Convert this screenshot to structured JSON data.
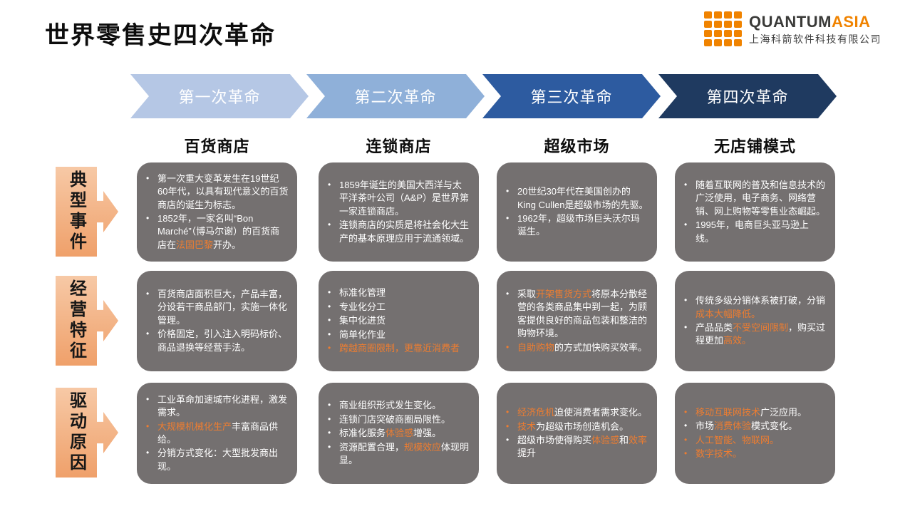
{
  "title": "世界零售史四次革命",
  "logo": {
    "brand_primary": "QUANTUM",
    "brand_secondary": "ASIA",
    "company": "上海科箭软件科技有限公司",
    "accent": "#f08300"
  },
  "stages": [
    {
      "label": "第一次革命",
      "color": "#b5c7e5"
    },
    {
      "label": "第二次革命",
      "color": "#8fb0d9"
    },
    {
      "label": "第三次革命",
      "color": "#2d5ba0"
    },
    {
      "label": "第四次革命",
      "color": "#1f3a60"
    }
  ],
  "columns": [
    "百货商店",
    "连锁商店",
    "超级市场",
    "无店铺模式"
  ],
  "rows": [
    "典型事件",
    "经营特征",
    "驱动原因"
  ],
  "colors": {
    "cell_bg": "#747070",
    "highlight": "#ed7d31",
    "row_label_from": "#f7c9a6",
    "row_label_to": "#efa06a"
  },
  "cells": [
    [
      {
        "bullets": [
          {
            "segments": [
              {
                "text": "第一次重大变革发生在19世纪60年代，以具有现代意义的百货商店的诞生为标志。",
                "hl": false
              }
            ]
          },
          {
            "segments": [
              {
                "text": "1852年，一家名叫“Bon Marché”（博马尔谢）的百货商店在",
                "hl": false
              },
              {
                "text": "法国巴黎",
                "hl": true
              },
              {
                "text": "开办。",
                "hl": false
              }
            ]
          }
        ]
      },
      {
        "bullets": [
          {
            "segments": [
              {
                "text": "1859年诞生的美国大西洋与太平洋茶叶公司（A&P）是世界第一家连锁商店。",
                "hl": false
              }
            ]
          },
          {
            "segments": [
              {
                "text": "连锁商店的实质是将社会化大生产的基本原理应用于流通领域。",
                "hl": false
              }
            ]
          }
        ]
      },
      {
        "bullets": [
          {
            "segments": [
              {
                "text": "20世纪30年代在美国创办的King Cullen是超级市场的先驱。",
                "hl": false
              }
            ]
          },
          {
            "segments": [
              {
                "text": "1962年，超级市场巨头沃尔玛诞生。",
                "hl": false
              }
            ]
          }
        ]
      },
      {
        "bullets": [
          {
            "segments": [
              {
                "text": "随着互联网的普及和信息技术的广泛使用，电子商务、网络营销、网上购物等零售业态崛起。",
                "hl": false
              }
            ]
          },
          {
            "segments": [
              {
                "text": "1995年，电商巨头亚马逊上线。",
                "hl": false
              }
            ]
          }
        ]
      }
    ],
    [
      {
        "bullets": [
          {
            "segments": [
              {
                "text": "百货商店面积巨大，产品丰富，分设若干商品部门，实施一体化管理。",
                "hl": false
              }
            ]
          },
          {
            "segments": [
              {
                "text": "价格固定，引入注入明码标价、商品退换等经营手法。",
                "hl": false
              }
            ]
          }
        ]
      },
      {
        "bullets": [
          {
            "segments": [
              {
                "text": "标准化管理",
                "hl": false
              }
            ]
          },
          {
            "segments": [
              {
                "text": "专业化分工",
                "hl": false
              }
            ]
          },
          {
            "segments": [
              {
                "text": "集中化进货",
                "hl": false
              }
            ]
          },
          {
            "segments": [
              {
                "text": "简单化作业",
                "hl": false
              }
            ]
          },
          {
            "segments": [
              {
                "text": "跨越商圈限制，更靠近消费者",
                "hl": true
              }
            ]
          }
        ]
      },
      {
        "bullets": [
          {
            "segments": [
              {
                "text": "采取",
                "hl": false
              },
              {
                "text": "开架售货方式",
                "hl": true
              },
              {
                "text": "将原本分散经营的各类商品集中到一起，为顾客提供良好的商品包装和整洁的购物环境。",
                "hl": false
              }
            ]
          },
          {
            "segments": [
              {
                "text": "自助购物",
                "hl": true
              },
              {
                "text": "的方式加快购买效率。",
                "hl": false
              }
            ]
          }
        ]
      },
      {
        "bullets": [
          {
            "segments": [
              {
                "text": "传统多级分销体系被打破，分销",
                "hl": false
              },
              {
                "text": "成本大幅降低。",
                "hl": true
              }
            ]
          },
          {
            "segments": [
              {
                "text": "产品品类",
                "hl": false
              },
              {
                "text": "不受空间限制",
                "hl": true
              },
              {
                "text": "，购买过程更加",
                "hl": false
              },
              {
                "text": "高效。",
                "hl": true
              }
            ]
          }
        ]
      }
    ],
    [
      {
        "bullets": [
          {
            "segments": [
              {
                "text": "工业革命加速城市化进程，激发需求。",
                "hl": false
              }
            ]
          },
          {
            "segments": [
              {
                "text": "大规模机械化生产",
                "hl": true
              },
              {
                "text": "丰富商品供给。",
                "hl": false
              }
            ]
          },
          {
            "segments": [
              {
                "text": "分销方式变化：大型批发商出现。",
                "hl": false
              }
            ]
          }
        ]
      },
      {
        "bullets": [
          {
            "segments": [
              {
                "text": "商业组织形式发生变化。",
                "hl": false
              }
            ]
          },
          {
            "segments": [
              {
                "text": "连锁门店突破商圈局限性。",
                "hl": false
              }
            ]
          },
          {
            "segments": [
              {
                "text": "标准化服务",
                "hl": false
              },
              {
                "text": "体验感",
                "hl": true
              },
              {
                "text": "增强。",
                "hl": false
              }
            ]
          },
          {
            "segments": [
              {
                "text": "资源配置合理，",
                "hl": false
              },
              {
                "text": "规模效应",
                "hl": true
              },
              {
                "text": "体现明显。",
                "hl": false
              }
            ]
          }
        ]
      },
      {
        "bullets": [
          {
            "segments": [
              {
                "text": "经济危机",
                "hl": true
              },
              {
                "text": "迫使消费者需求变化。",
                "hl": false
              }
            ]
          },
          {
            "segments": [
              {
                "text": "技术",
                "hl": true
              },
              {
                "text": "为超级市场创造机会。",
                "hl": false
              }
            ]
          },
          {
            "segments": [
              {
                "text": "超级市场使得购买",
                "hl": false
              },
              {
                "text": "体验感",
                "hl": true
              },
              {
                "text": "和",
                "hl": false
              },
              {
                "text": "效率",
                "hl": true
              },
              {
                "text": "提升",
                "hl": false
              }
            ]
          }
        ]
      },
      {
        "bullets": [
          {
            "segments": [
              {
                "text": "移动互联网技术",
                "hl": true
              },
              {
                "text": "广泛应用。",
                "hl": false
              }
            ]
          },
          {
            "segments": [
              {
                "text": "市场",
                "hl": false
              },
              {
                "text": "消费体验",
                "hl": true
              },
              {
                "text": "模式变化。",
                "hl": false
              }
            ]
          },
          {
            "segments": [
              {
                "text": "人工智能、物联网。",
                "hl": true
              }
            ]
          },
          {
            "segments": [
              {
                "text": "数字技术。",
                "hl": true
              }
            ]
          }
        ]
      }
    ]
  ]
}
